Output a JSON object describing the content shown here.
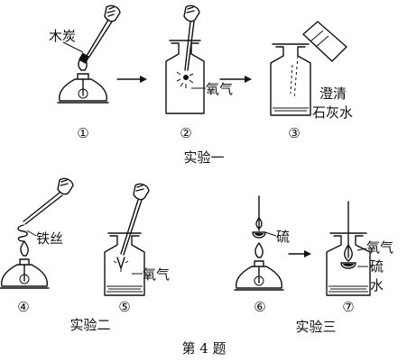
{
  "labels": {
    "charcoal": "木炭",
    "oxygen": "氧气",
    "limewater_line1": "澄清",
    "limewater_line2": "石灰水",
    "iron_wire": "铁丝",
    "sulfur": "硫",
    "water": "水"
  },
  "steps": [
    "①",
    "②",
    "③",
    "④",
    "⑤",
    "⑥",
    "⑦"
  ],
  "captions": {
    "experiment1": "实验一",
    "experiment2": "实验二",
    "experiment3": "实验三",
    "figure": "第 4 题"
  }
}
